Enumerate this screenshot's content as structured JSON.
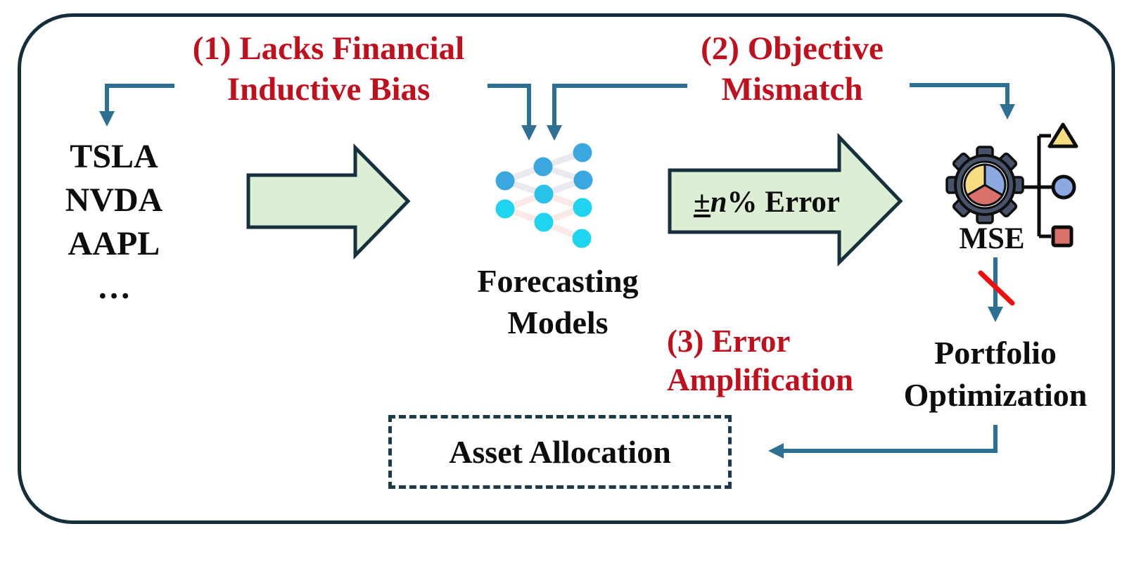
{
  "issues": {
    "one": {
      "line1": "(1) Lacks Financial",
      "line2": "Inductive Bias"
    },
    "two": {
      "line1": "(2) Objective",
      "line2": "Mismatch"
    },
    "three": {
      "line1": "(3) Error",
      "line2": "Amplification"
    }
  },
  "tickers": {
    "items": [
      "TSLA",
      "NVDA",
      "AAPL",
      "…"
    ]
  },
  "forecasting": {
    "line1": "Forecasting",
    "line2": "Models"
  },
  "error_label": {
    "plus_minus": "±",
    "variable": "n",
    "suffix": "% Error"
  },
  "mse_label": "MSE",
  "portfolio": {
    "line1": "Portfolio",
    "line2": "Optimization"
  },
  "asset_allocation_label": "Asset Allocation",
  "colors": {
    "issue_red": "#c0101d",
    "arrow_steel_blue": "#2e6f94",
    "frame_navy": "#152e3c",
    "green_arrow_fill": "#dcefd4",
    "node_blue": "#3aa7de",
    "node_cyan": "#1fd4ef",
    "pie_yellow": "#f8dc81",
    "pie_blue": "#8ca9e2",
    "pie_red": "#d9716a",
    "slash_red": "#f00d0d"
  }
}
